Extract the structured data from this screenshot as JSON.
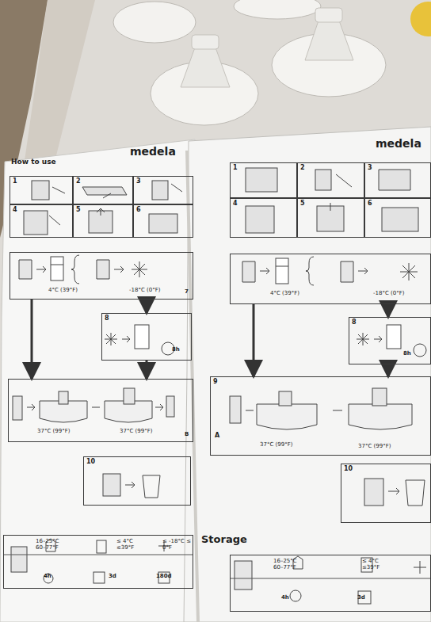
{
  "diagram": {
    "nodes": [
      {
        "text": [
          "medela",
          "How to use"
        ]
      },
      {
        "text": [
          "1"
        ],
        "in": 0
      },
      {
        "text": [
          "2"
        ],
        "in": 0
      },
      {
        "text": [
          "3"
        ],
        "in": 0
      },
      {
        "text": [
          "4"
        ],
        "in": 0
      },
      {
        "text": [
          "5"
        ],
        "in": 0
      },
      {
        "text": [
          "6"
        ],
        "in": 0
      },
      {
        "text": [
          "4°C (39°F)",
          "-18°C (0°F)",
          "7"
        ],
        "in": 0
      },
      {
        "text": [
          "8",
          "8h"
        ],
        "in": 0
      },
      {
        "text": [
          "37°C (99°F)",
          "37°C (99°F)",
          "B"
        ],
        "in": 0
      },
      {
        "text": [
          "10"
        ],
        "in": 0
      },
      {
        "text": [
          "16–25°C 60–77°F",
          "4h",
          "≤ 4°C ≤39°F",
          "3d",
          "≤ -18°C ≤ 0°F",
          "180d"
        ],
        "in": 0
      },
      {
        "text": [
          "medela",
          "Storage"
        ]
      },
      {
        "text": [
          "1"
        ],
        "in": 12
      },
      {
        "text": [
          "2"
        ],
        "in": 12
      },
      {
        "text": [
          "3"
        ],
        "in": 12
      },
      {
        "text": [
          "4"
        ],
        "in": 12
      },
      {
        "text": [
          "5"
        ],
        "in": 12
      },
      {
        "text": [
          "6"
        ],
        "in": 12
      },
      {
        "text": [
          "4°C (39°F)",
          "-18°C (0°F)"
        ],
        "in": 12
      },
      {
        "text": [
          "8",
          "8h"
        ],
        "in": 12
      },
      {
        "text": [
          "9",
          "A",
          "37°C (99°F)",
          "37°C (99°F)"
        ],
        "in": 12
      },
      {
        "text": [
          "10"
        ],
        "in": 12
      },
      {
        "text": [
          "16–25°C 60–77°F",
          "4h",
          "≤ 4°C ≤39°F",
          "3d"
        ],
        "in": 12
      }
    ],
    "edges": [
      {
        "from": 7,
        "to": 8,
        "arrow": "to"
      },
      {
        "from": 7,
        "to": 9,
        "arrow": "to"
      },
      {
        "from": 8,
        "to": 9,
        "arrow": "to"
      },
      {
        "from": 19,
        "to": 20,
        "arrow": "to"
      },
      {
        "from": 19,
        "to": 21,
        "arrow": "to"
      },
      {
        "from": 20,
        "to": 21,
        "arrow": "to"
      }
    ]
  }
}
